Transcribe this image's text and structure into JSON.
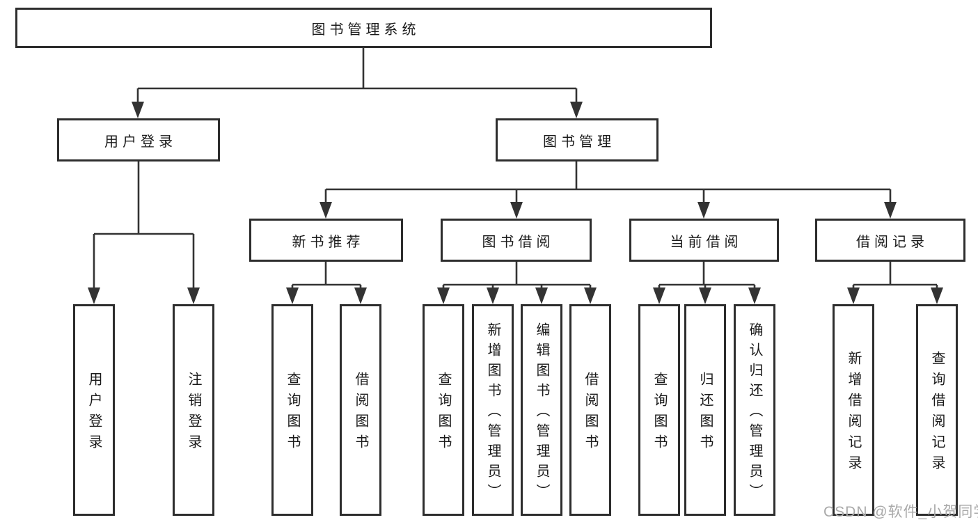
{
  "diagram_type": "hierarchy-tree",
  "tree": {
    "label": "图书管理系统",
    "children": [
      {
        "label": "用户登录",
        "children": [
          {
            "label": "用户登录"
          },
          {
            "label": "注销登录"
          }
        ]
      },
      {
        "label": "图书管理",
        "children": [
          {
            "label": "新书推荐",
            "children": [
              {
                "label": "查询图书"
              },
              {
                "label": "借阅图书"
              }
            ]
          },
          {
            "label": "图书借阅",
            "children": [
              {
                "label": "查询图书"
              },
              {
                "label": "新增图书（管理员）"
              },
              {
                "label": "编辑图书（管理员）"
              },
              {
                "label": "借阅图书"
              }
            ]
          },
          {
            "label": "当前借阅",
            "children": [
              {
                "label": "查询图书"
              },
              {
                "label": "归还图书"
              },
              {
                "label": "确认归还（管理员）"
              }
            ]
          },
          {
            "label": "借阅记录",
            "children": [
              {
                "label": "新增借阅记录"
              },
              {
                "label": "查询借阅记录"
              }
            ]
          }
        ]
      }
    ]
  },
  "watermark": {
    "text": "CSDN @软件_小贺同学"
  },
  "colors": {
    "line": "#333333",
    "box_border": "#2d2d2d",
    "box_fill": "#ffffff",
    "text": "#1a1a1a",
    "watermark": "#a9a9a9",
    "background": "#ffffff"
  }
}
